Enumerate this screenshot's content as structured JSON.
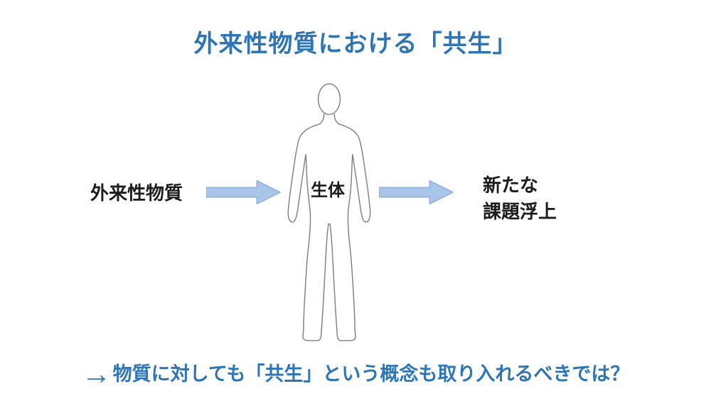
{
  "title": "外来性物質における「共生」",
  "diagram": {
    "left_label": "外来性物質",
    "body_label": "生体",
    "right_label": {
      "line1": "新たな",
      "line2": "課題浮上"
    },
    "arrow_fill": "#a9c5e8",
    "arrow_border": "#8badde",
    "figure_outline": "#808080"
  },
  "footer": {
    "arrow_glyph": "→",
    "text": "物質に対しても「共生」という概念も取り入れるべきでは？"
  },
  "colors": {
    "accent_blue": "#2e75b6",
    "text_black": "#1c1c1c",
    "background": "#ffffff"
  }
}
